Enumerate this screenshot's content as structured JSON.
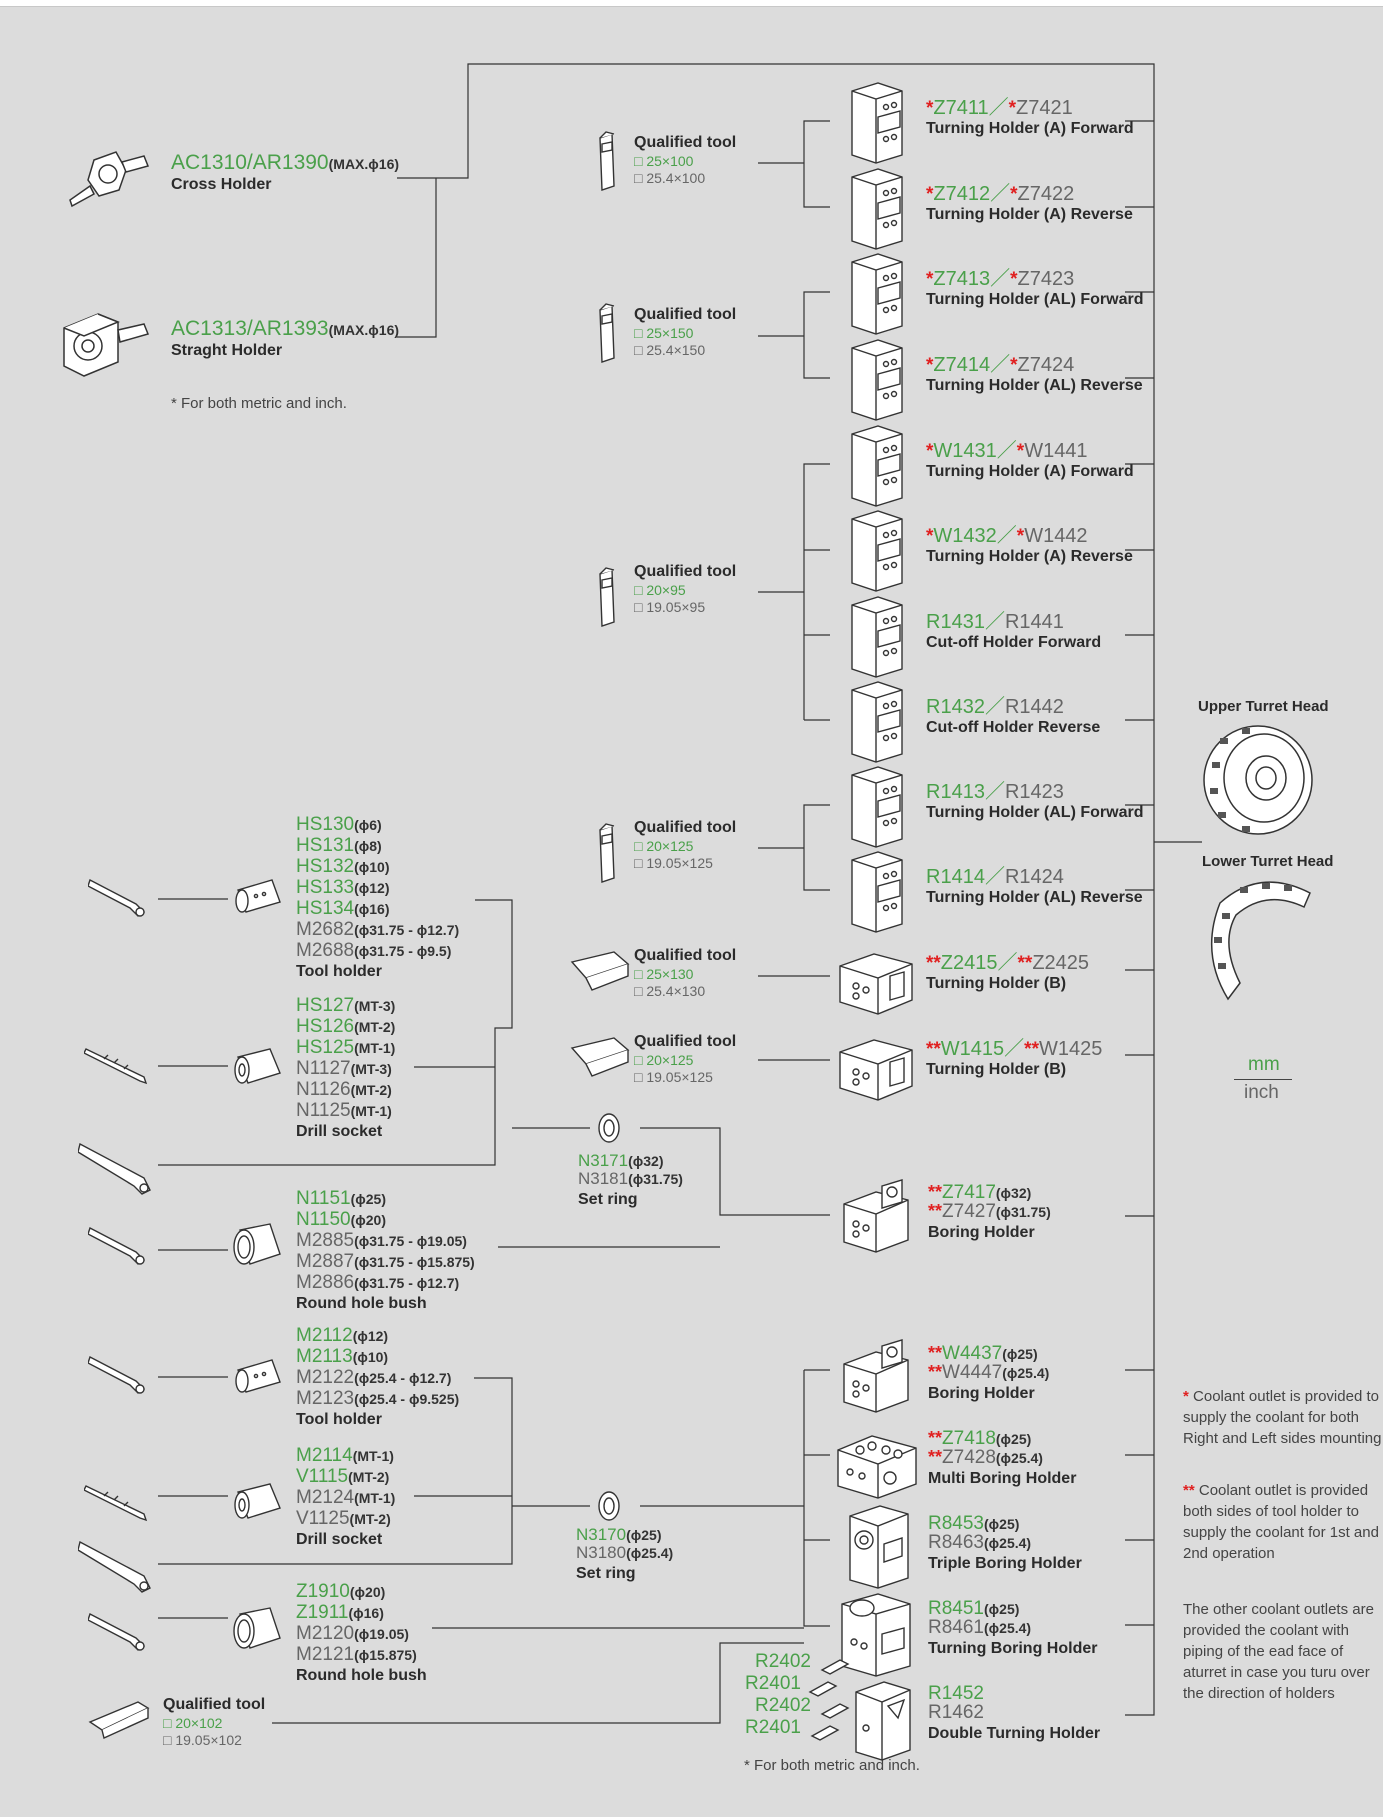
{
  "holders": [
    {
      "star1": "*",
      "code1": "Z7411",
      "star2": "*",
      "code2": "Z7421",
      "name": "Turning Holder (A) Forward"
    },
    {
      "star1": "*",
      "code1": "Z7412",
      "star2": "*",
      "code2": "Z7422",
      "name": "Turning Holder (A) Reverse"
    },
    {
      "star1": "*",
      "code1": "Z7413",
      "star2": "*",
      "code2": "Z7423",
      "name": "Turning Holder (AL) Forward"
    },
    {
      "star1": "*",
      "code1": "Z7414",
      "star2": "*",
      "code2": "Z7424",
      "name": "Turning Holder (AL) Reverse"
    },
    {
      "star1": "*",
      "code1": "W1431",
      "star2": "*",
      "code2": "W1441",
      "name": "Turning Holder (A) Forward"
    },
    {
      "star1": "*",
      "code1": "W1432",
      "star2": "*",
      "code2": "W1442",
      "name": "Turning Holder (A) Reverse"
    },
    {
      "star1": "",
      "code1": "R1431",
      "star2": "",
      "code2": "R1441",
      "name": "Cut-off Holder Forward"
    },
    {
      "star1": "",
      "code1": "R1432",
      "star2": "",
      "code2": "R1442",
      "name": "Cut-off Holder Reverse"
    },
    {
      "star1": "",
      "code1": "R1413",
      "star2": "",
      "code2": "R1423",
      "name": "Turning Holder (AL) Forward"
    },
    {
      "star1": "",
      "code1": "R1414",
      "star2": "",
      "code2": "R1424",
      "name": "Turning Holder (AL) Reverse"
    },
    {
      "star1": "**",
      "code1": "Z2415",
      "star2": "**",
      "code2": "Z2425",
      "name": "Turning Holder (B)"
    },
    {
      "star1": "**",
      "code1": "W1415",
      "star2": "**",
      "code2": "W1425",
      "name": "Turning Holder (B)"
    }
  ],
  "slash": "／",
  "qualified_tools": [
    {
      "label": "Qualified tool",
      "mm": "□ 25×100",
      "inch": "□ 25.4×100"
    },
    {
      "label": "Qualified tool",
      "mm": "□ 25×150",
      "inch": "□ 25.4×150"
    },
    {
      "label": "Qualified tool",
      "mm": "□ 20×95",
      "inch": "□ 19.05×95"
    },
    {
      "label": "Qualified tool",
      "mm": "□ 20×125",
      "inch": "□ 19.05×125"
    },
    {
      "label": "Qualified tool",
      "mm": "□ 25×130",
      "inch": "□ 25.4×130"
    },
    {
      "label": "Qualified tool",
      "mm": "□ 20×125",
      "inch": "□ 19.05×125"
    },
    {
      "label": "Qualified tool",
      "mm": "□ 20×102",
      "inch": "□ 19.05×102"
    }
  ],
  "cross_holder": {
    "code": "AC1310/AR1390",
    "spec": "(MAX.ϕ16)",
    "name": "Cross Holder"
  },
  "straight_holder": {
    "code": "AC1313/AR1393",
    "spec": "(MAX.ϕ16)",
    "name": "Straght Holder"
  },
  "note_metric_inch": "* For both metric and inch.",
  "tool_holder_1": {
    "items": [
      {
        "code": "HS130",
        "spec": "(ϕ6)",
        "color": "g"
      },
      {
        "code": "HS131",
        "spec": "(ϕ8)",
        "color": "g"
      },
      {
        "code": "HS132",
        "spec": "(ϕ10)",
        "color": "g"
      },
      {
        "code": "HS133",
        "spec": "(ϕ12)",
        "color": "g"
      },
      {
        "code": "HS134",
        "spec": "(ϕ16)",
        "color": "g"
      },
      {
        "code": "M2682",
        "spec": "(ϕ31.75 - ϕ12.7)",
        "color": "d"
      },
      {
        "code": "M2688",
        "spec": "(ϕ31.75 - ϕ9.5)",
        "color": "d"
      }
    ],
    "name": "Tool holder"
  },
  "drill_socket_1": {
    "items": [
      {
        "code": "HS127",
        "spec": "(MT-3)",
        "color": "g"
      },
      {
        "code": "HS126",
        "spec": "(MT-2)",
        "color": "g"
      },
      {
        "code": "HS125",
        "spec": "(MT-1)",
        "color": "g"
      },
      {
        "code": "N1127",
        "spec": "(MT-3)",
        "color": "d"
      },
      {
        "code": "N1126",
        "spec": "(MT-2)",
        "color": "d"
      },
      {
        "code": "N1125",
        "spec": "(MT-1)",
        "color": "d"
      }
    ],
    "name": "Drill socket"
  },
  "round_bush_1": {
    "items": [
      {
        "code": "N1151",
        "spec": "(ϕ25)",
        "color": "g"
      },
      {
        "code": "N1150",
        "spec": "(ϕ20)",
        "color": "g"
      },
      {
        "code": "M2885",
        "spec": "(ϕ31.75 - ϕ19.05)",
        "color": "d"
      },
      {
        "code": "M2887",
        "spec": "(ϕ31.75 - ϕ15.875)",
        "color": "d"
      },
      {
        "code": "M2886",
        "spec": "(ϕ31.75 - ϕ12.7)",
        "color": "d"
      }
    ],
    "name": "Round hole bush"
  },
  "tool_holder_2": {
    "items": [
      {
        "code": "M2112",
        "spec": "(ϕ12)",
        "color": "g"
      },
      {
        "code": "M2113",
        "spec": "(ϕ10)",
        "color": "g"
      },
      {
        "code": "M2122",
        "spec": "(ϕ25.4 - ϕ12.7)",
        "color": "d"
      },
      {
        "code": "M2123",
        "spec": "(ϕ25.4 - ϕ9.525)",
        "color": "d"
      }
    ],
    "name": "Tool holder"
  },
  "drill_socket_2": {
    "items": [
      {
        "code": "M2114",
        "spec": "(MT-1)",
        "color": "g"
      },
      {
        "code": "V1115",
        "spec": "(MT-2)",
        "color": "g"
      },
      {
        "code": "M2124",
        "spec": "(MT-1)",
        "color": "d"
      },
      {
        "code": "V1125",
        "spec": "(MT-2)",
        "color": "d"
      }
    ],
    "name": "Drill socket"
  },
  "round_bush_2": {
    "items": [
      {
        "code": "Z1910",
        "spec": "(ϕ20)",
        "color": "g"
      },
      {
        "code": "Z1911",
        "spec": "(ϕ16)",
        "color": "g"
      },
      {
        "code": "M2120",
        "spec": "(ϕ19.05)",
        "color": "d"
      },
      {
        "code": "M2121",
        "spec": "(ϕ15.875)",
        "color": "d"
      }
    ],
    "name": "Round hole bush"
  },
  "set_ring_1": {
    "code1": "N3171",
    "spec1": "(ϕ32)",
    "code2": "N3181",
    "spec2": "(ϕ31.75)",
    "name": "Set ring"
  },
  "set_ring_2": {
    "code1": "N3170",
    "spec1": "(ϕ25)",
    "code2": "N3180",
    "spec2": "(ϕ25.4)",
    "name": "Set ring"
  },
  "boring_holder_1": {
    "star1": "**",
    "code1": "Z7417",
    "spec1": "(ϕ32)",
    "star2": "**",
    "code2": "Z7427",
    "spec2": "(ϕ31.75)",
    "name": "Boring Holder"
  },
  "boring_holder_2": {
    "star1": "**",
    "code1": "W4437",
    "spec1": "(ϕ25)",
    "star2": "**",
    "code2": "W4447",
    "spec2": "(ϕ25.4)",
    "name": "Boring Holder"
  },
  "multi_boring": {
    "star1": "**",
    "code1": "Z7418",
    "spec1": "(ϕ25)",
    "star2": "**",
    "code2": "Z7428",
    "spec2": "(ϕ25.4)",
    "name": "Multi Boring Holder"
  },
  "triple_boring": {
    "code1": "R8453",
    "spec1": "(ϕ25)",
    "code2": "R8463",
    "spec2": "(ϕ25.4)",
    "name": "Triple Boring Holder"
  },
  "turning_boring": {
    "code1": "R8451",
    "spec1": "(ϕ25)",
    "code2": "R8461",
    "spec2": "(ϕ25.4)",
    "name": "Turning Boring Holder"
  },
  "double_turning": {
    "code1": "R1452",
    "code2": "R1462",
    "name": "Double Turning Holder"
  },
  "wedges": [
    "R2402",
    "R2401",
    "R2402",
    "R2401"
  ],
  "turret": {
    "upper": "Upper Turret Head",
    "lower": "Lower Turret Head",
    "unit_mm": "mm",
    "unit_inch": "inch"
  },
  "legend": {
    "star1": "*",
    "text1": "Coolant outlet is provided to supply the coolant for both Right and Left sides mounting",
    "star2": "**",
    "text2": "Coolant outlet is provided both sides of tool holder to supply the coolant for 1st and 2nd operation",
    "text3": "The other coolant outlets are provided the coolant with piping of the ead face of aturret in case you turu over the direction of holders"
  },
  "colors": {
    "green": "#4aa04a",
    "gray": "#666666",
    "red": "#e02020",
    "background": "#dcdcdc",
    "line": "#333333"
  }
}
